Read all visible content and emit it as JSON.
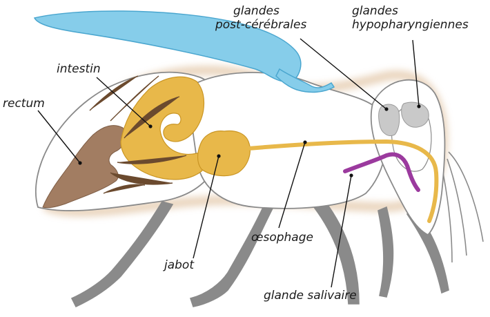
{
  "labels": {
    "glandes_post_1": "glandes",
    "glandes_post_2": "post-cérébrales",
    "glandes_hypo_1": "glandes",
    "glandes_hypo_2": "hypopharyngiennes",
    "intestin": "intestin",
    "rectum": "rectum",
    "jabot": "jabot",
    "oesophage": "œsophage",
    "glande_salivaire": "glande salivaire"
  },
  "colors": {
    "wing": "#86cdea",
    "wing_stroke": "#4aa6cf",
    "body_outline": "#8a8a8a",
    "hair": "#d9b48a",
    "digestive": "#e8b84a",
    "digestive_stroke": "#c99524",
    "rectum": "#a27d62",
    "salivary": "#9b3a9e",
    "glands": "#c9c9c9",
    "vessel": "#6b4a2e",
    "leader": "#111111"
  }
}
